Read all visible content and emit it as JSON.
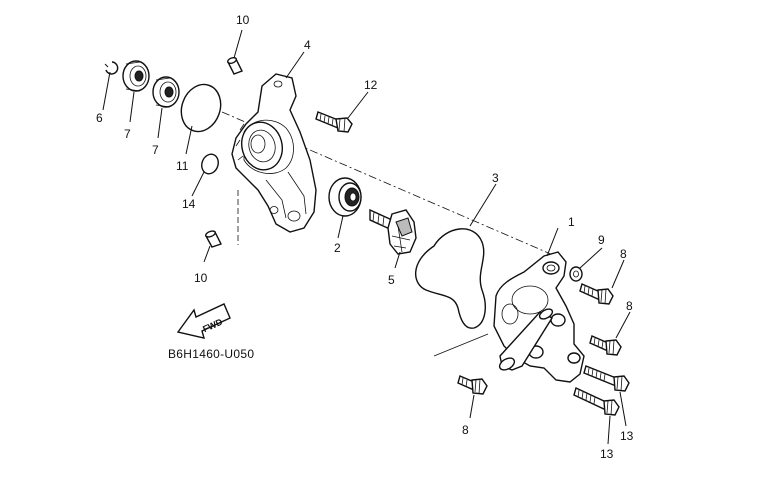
{
  "diagram": {
    "code": "B6H1460-U050",
    "fwd_label": "FWD",
    "callouts": {
      "c1": "1",
      "c2": "2",
      "c3": "3",
      "c4": "4",
      "c5": "5",
      "c6": "6",
      "c7a": "7",
      "c7b": "7",
      "c8a": "8",
      "c8b": "8",
      "c8c": "8",
      "c9": "9",
      "c10a": "10",
      "c10b": "10",
      "c11": "11",
      "c12": "12",
      "c13a": "13",
      "c13b": "13",
      "c14": "14"
    }
  }
}
